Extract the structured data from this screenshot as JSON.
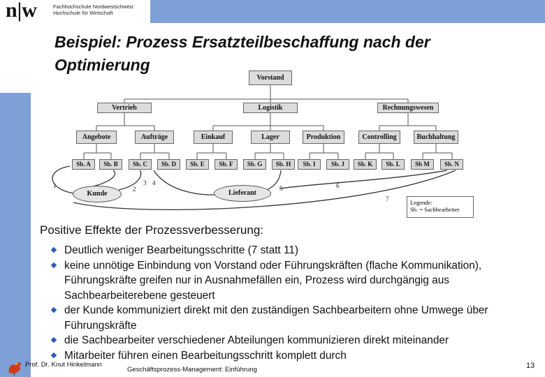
{
  "header": {
    "logo": "n|w",
    "institution_line1": "Fachhochschule Nordwestschweiz",
    "institution_line2": "Hochschule für Wirtschaft"
  },
  "title_line1": "Beispiel: Prozess Ersatzteilbeschaffung nach der",
  "title_line2": "Optimierung",
  "diagram": {
    "top": "Vorstand",
    "level2": [
      "Vertrieb",
      "Logistik",
      "Rechnungswesen"
    ],
    "level3": [
      "Angebote",
      "Aufträge",
      "Einkauf",
      "Lager",
      "Produktion",
      "Controlling",
      "Buchhaltung"
    ],
    "level4": [
      "Sb. A",
      "Sb. B",
      "Sb. C",
      "Sb. D",
      "Sb. E",
      "Sb. F",
      "Sb. G",
      "Sb. H",
      "Sb. I",
      "Sb. J",
      "Sb. K",
      "Sb. L",
      "Sb M",
      "Sb. N"
    ],
    "kunde": "Kunde",
    "lieferant": "Lieferant",
    "step_numbers": [
      "1",
      "2",
      "3",
      "4",
      "5",
      "6",
      "7"
    ],
    "legend_title": "Legende:",
    "legend_text": "Sb. = Sachbearbeiter"
  },
  "subheading": "Positive Effekte der Prozessverbesserung:",
  "bullets": [
    "Deutlich weniger Bearbeitungsschritte (7 statt 11)",
    "keine unnötige Einbindung von Vorstand oder Führungskräften (flache Kommunikation), Führungskräfte greifen nur in Ausnahmefällen ein, Prozess wird durchgängig aus Sachbearbeiterebene gesteuert",
    "der Kunde kommuniziert direkt mit den zuständigen Sachbearbeitern ohne Umwege über Führungskräfte",
    "die Sachbearbeiter verschiedener Abteilungen kommunizieren direkt miteinander",
    "Mitarbeiter führen einen Bearbeitungsschritt komplett durch"
  ],
  "footer": {
    "author": "Prof. Dr. Knut Hinkelmann",
    "course": "Geschäftsprozess-Management: Einführung",
    "page_number": "13"
  },
  "colors": {
    "accent_blue": "#7fa0d6",
    "bullet_blue": "#2a5db0",
    "box_gray": "#dcdcdc"
  },
  "icons": {
    "footer_logo": "rooster-icon"
  }
}
